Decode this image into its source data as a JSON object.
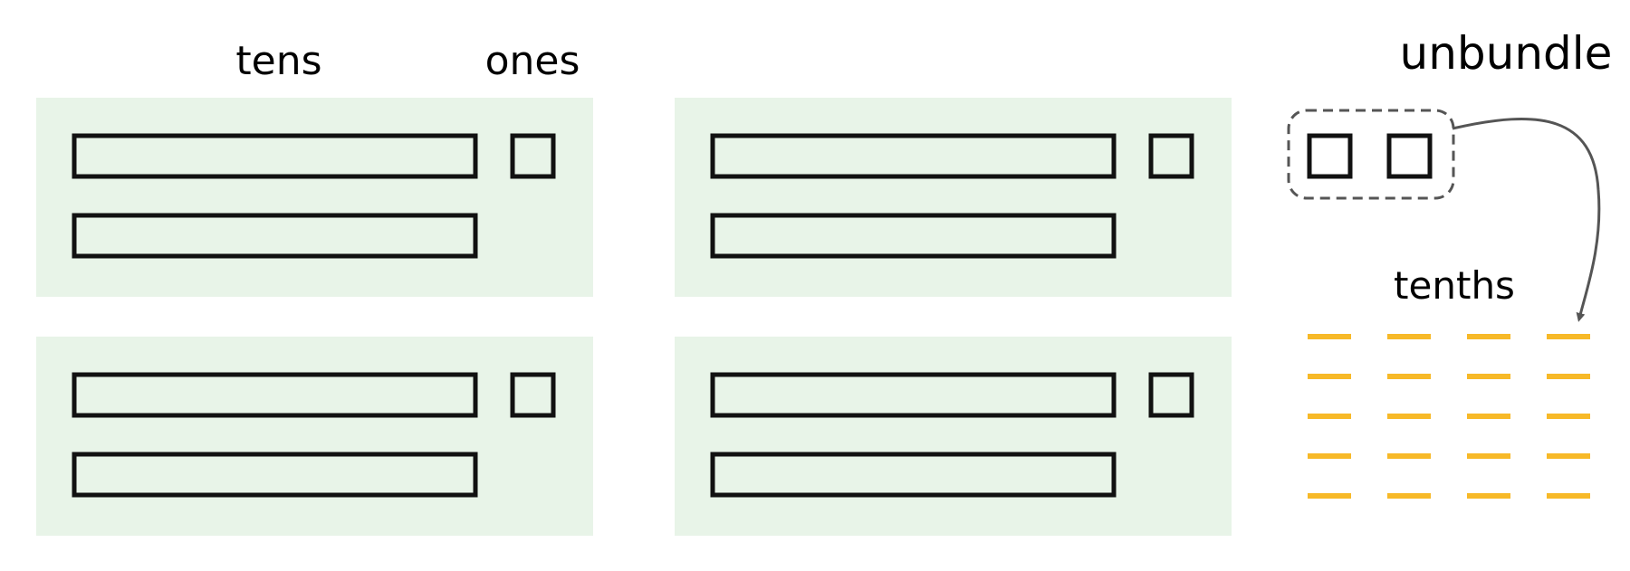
{
  "labels": {
    "tens": "tens",
    "ones": "ones",
    "unbundle": "unbundle",
    "tenths": "tenths"
  },
  "groups": [
    {
      "tens": 2,
      "ones": 1
    },
    {
      "tens": 2,
      "ones": 1
    },
    {
      "tens": 2,
      "ones": 1
    },
    {
      "tens": 2,
      "ones": 1
    }
  ],
  "unbundled_ones": 2,
  "tenths_count": 20,
  "colors": {
    "group_background": "#e8f4e8",
    "block_stroke": "#111111",
    "dashed_outline": "#555555",
    "arrow": "#555555",
    "tenth_fill": "#f7b928"
  },
  "icons": {
    "ten_rod": "long rectangle",
    "one_unit": "small square",
    "tenth_piece": "thin orange bar"
  }
}
